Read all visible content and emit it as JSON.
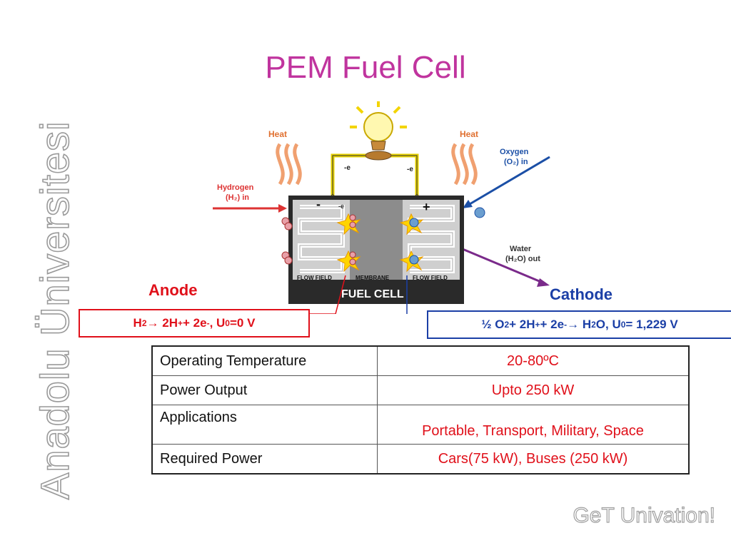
{
  "slide": {
    "title": "PEM Fuel Cell",
    "watermark": "Anadolu Üniversitesi",
    "footer": "GeT Univation!"
  },
  "diagram": {
    "heat_left": "Heat",
    "heat_right": "Heat",
    "hydrogen_in": [
      "Hydrogen",
      "(H₂) in"
    ],
    "oxygen_in": [
      "Oxygen",
      "(O₂) in"
    ],
    "water_out": [
      "Water",
      "(H₂O) out"
    ],
    "electron_left": "-e",
    "electron_right": "-e",
    "electron_inner": "-e",
    "minus": "-",
    "plus": "+",
    "flow_field_left": "FLOW FIELD",
    "membrane": "MEMBRANE",
    "flow_field_right": "FLOW FIELD",
    "fuel_cell": "FUEL CELL"
  },
  "labels": {
    "anode": "Anode",
    "cathode": "Cathode"
  },
  "equations": {
    "anode": {
      "p1": "H",
      "s1": "2",
      "p2": " → 2H",
      "u1": "+",
      "p3": " + 2e",
      "u2": "-",
      "p4": ", U",
      "s2": "0",
      "p5": " =0 V"
    },
    "cathode": {
      "p1": "½ O",
      "s1": "2",
      "p2": " + 2H",
      "u1": "+",
      "p3": " + 2e",
      "u2": "-",
      "p4": " → H",
      "s2": "2",
      "p5": "O, U",
      "s3": "0",
      "p6": " = 1,229 V"
    }
  },
  "table": {
    "rows": [
      {
        "key": "Operating Temperature",
        "value": "20-80ºC"
      },
      {
        "key": "Power Output",
        "value": "Upto 250 kW"
      },
      {
        "key": "Applications",
        "value": "Portable, Transport, Military, Space"
      },
      {
        "key": "Required Power",
        "value": "Cars(75 kW), Buses (250 kW)"
      }
    ]
  },
  "colors": {
    "title": "#c0349e",
    "anode": "#e0101a",
    "cathode": "#1b3fa6",
    "value_text": "#e0101a"
  }
}
